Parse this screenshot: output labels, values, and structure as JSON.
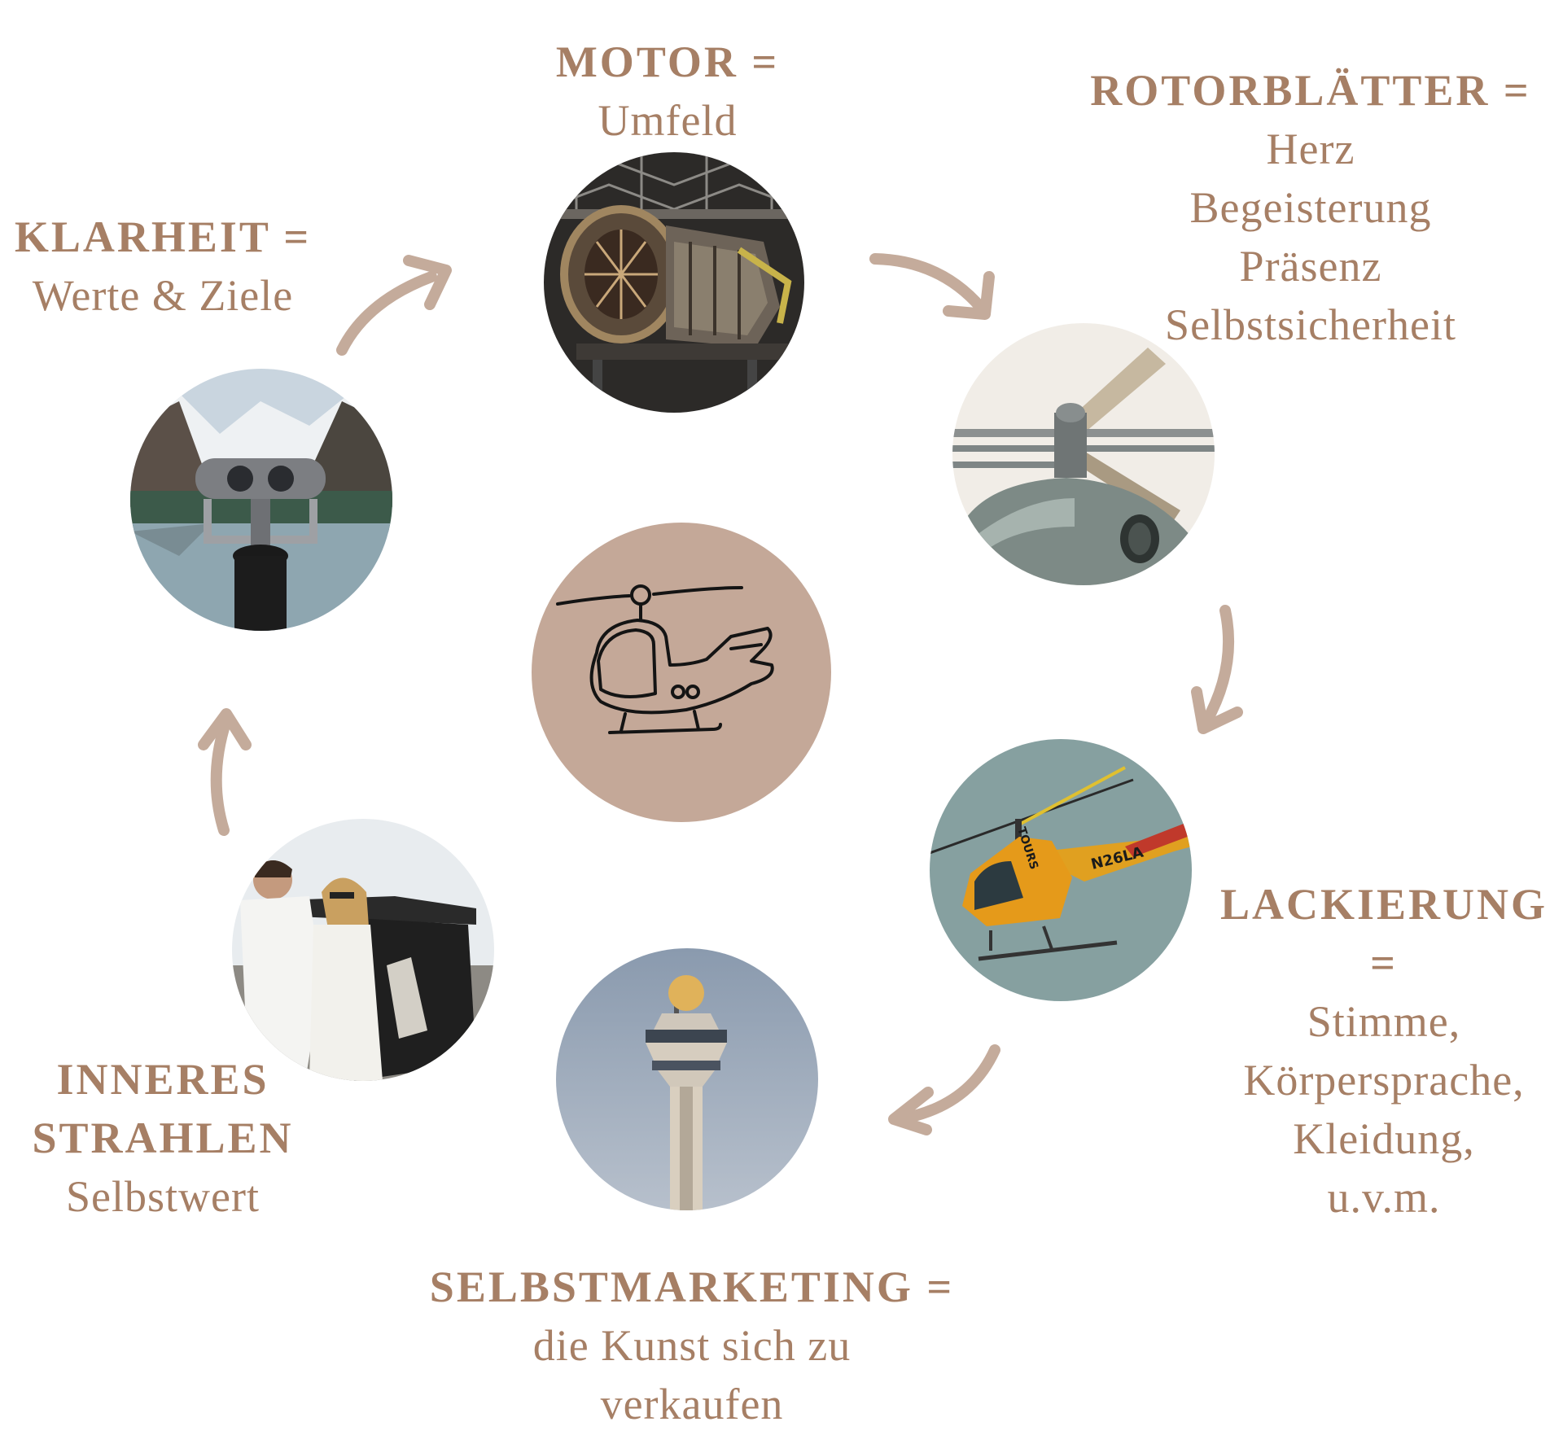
{
  "accent": "#a67f65",
  "arrow_color": "#c4ab9b",
  "center_color": "#c4a898",
  "nodes": {
    "motor": {
      "head": "MOTOR =",
      "lines": [
        "Umfeld"
      ]
    },
    "rotor": {
      "head": "ROTORBLÄTTER =",
      "lines": [
        "Herz",
        "Begeisterung",
        "Präsenz",
        "Selbstsicherheit"
      ]
    },
    "lackierung": {
      "head": "LACKIERUNG =",
      "lines": [
        "Stimme,",
        "Körpersprache,",
        "Kleidung,",
        "u.v.m."
      ]
    },
    "selbstmarketing": {
      "head": "SELBSTMARKETING =",
      "lines": [
        "die Kunst sich zu",
        "verkaufen"
      ]
    },
    "inneres": {
      "head_lines": [
        "INNERES",
        "STRAHLEN"
      ],
      "lines": [
        "Selbstwert"
      ]
    },
    "klarheit": {
      "head": "KLARHEIT =",
      "lines": [
        "Werte & Ziele"
      ]
    }
  },
  "tower_text": "N26LA",
  "tail_text": "TOURS"
}
